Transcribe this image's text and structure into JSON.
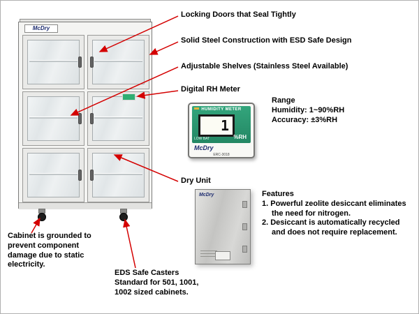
{
  "colors": {
    "arrow_red": "#d40000",
    "meter_green": "#2d9e77",
    "brand_navy": "#1b2a6e"
  },
  "cabinet": {
    "brand": "McDry"
  },
  "callouts": {
    "locking_doors": "Locking Doors that Seal Tightly",
    "solid_steel": "Solid Steel Construction with ESD Safe Design",
    "adjustable_shelves": "Adjustable Shelves (Stainless Steel Available)",
    "digital_rh_meter": "Digital RH Meter",
    "dry_unit": "Dry Unit",
    "grounded": "Cabinet is grounded to\nprevent component\ndamage due to static\nelectricity.",
    "casters": "EDS Safe Casters\nStandard for 501, 1001,\n1002 sized cabinets."
  },
  "range_info": {
    "title": "Range",
    "humidity": "Humidity: 1~90%RH",
    "accuracy": "Accuracy: ±3%RH"
  },
  "features": {
    "title": "Features",
    "items": [
      "1. Powerful zeolite desiccant eliminates the need for nitrogen.",
      "2. Desiccant is automatically recycled and does not require replacement."
    ]
  },
  "meter": {
    "title": "HUMIDITY METER",
    "reading": "1",
    "unit": "%RH",
    "low_bat": "LOW BAT",
    "brand": "McDry",
    "model": "ERC-3018"
  },
  "dry_unit_device": {
    "brand": "McDry"
  }
}
